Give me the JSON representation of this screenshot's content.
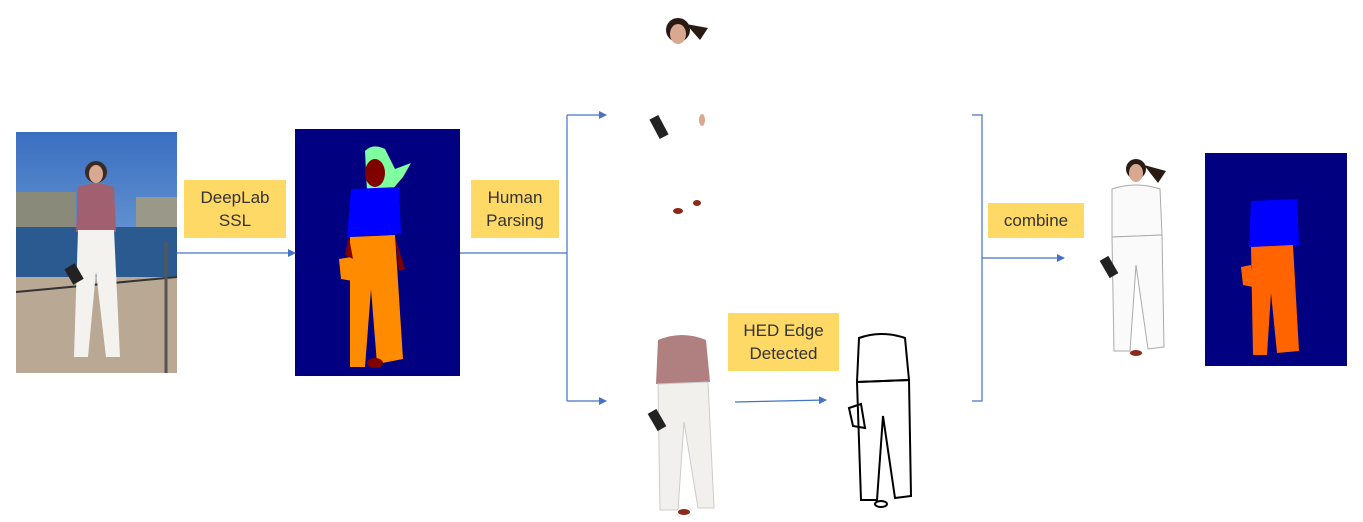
{
  "steps": {
    "deeplab": {
      "line1": "DeepLab",
      "line2": "SSL"
    },
    "parsing": {
      "line1": "Human",
      "line2": "Parsing"
    },
    "hed": {
      "line1": "HED Edge",
      "line2": "Detected"
    },
    "combine": {
      "line1": "combine"
    }
  },
  "colors": {
    "label_bg": "#FFD966",
    "arrow": "#4472C4",
    "seg_background": "#000080",
    "seg_upper_clothes": "#0000FF",
    "seg_pants": "#FF8C00",
    "seg_skin": "#800000",
    "seg_hair": "#7FFFA0"
  },
  "icons": [
    "photo-input",
    "segmentation-map",
    "parsed-face-limbs",
    "parsed-clothes",
    "edge-map",
    "combined-sketch",
    "combined-segmentation"
  ]
}
